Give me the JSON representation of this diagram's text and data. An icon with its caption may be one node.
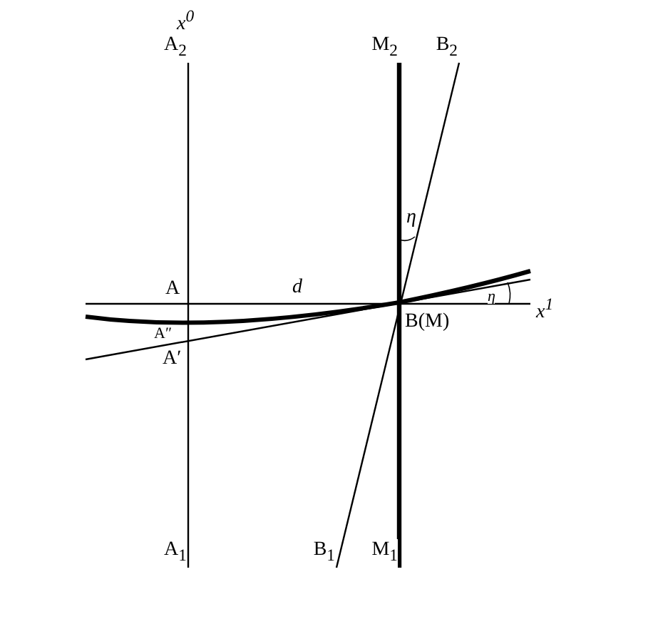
{
  "diagram": {
    "nodes": [
      {
        "text": [
          "A$_{2}$"
        ]
      },
      {
        "text": [
          "M$_{2}$"
        ]
      },
      {
        "text": [
          "B$_{2}$"
        ]
      },
      {
        "text": [
          "A$_{1}$"
        ]
      },
      {
        "text": [
          "B$_{1}$"
        ]
      },
      {
        "text": [
          "M$_{1}$"
        ]
      }
    ],
    "edges": [
      {
        "from": 3,
        "to": 0,
        "arrow": "none"
      },
      {
        "from": 5,
        "to": 1,
        "arrow": "none",
        "style": "thick"
      },
      {
        "from": 4,
        "to": 2,
        "arrow": "none"
      }
    ],
    "labels": [
      "x$^{0}$",
      "η",
      "A",
      "d",
      "η",
      "x$^{1}$",
      "A″",
      "B(M)",
      "A′"
    ]
  }
}
